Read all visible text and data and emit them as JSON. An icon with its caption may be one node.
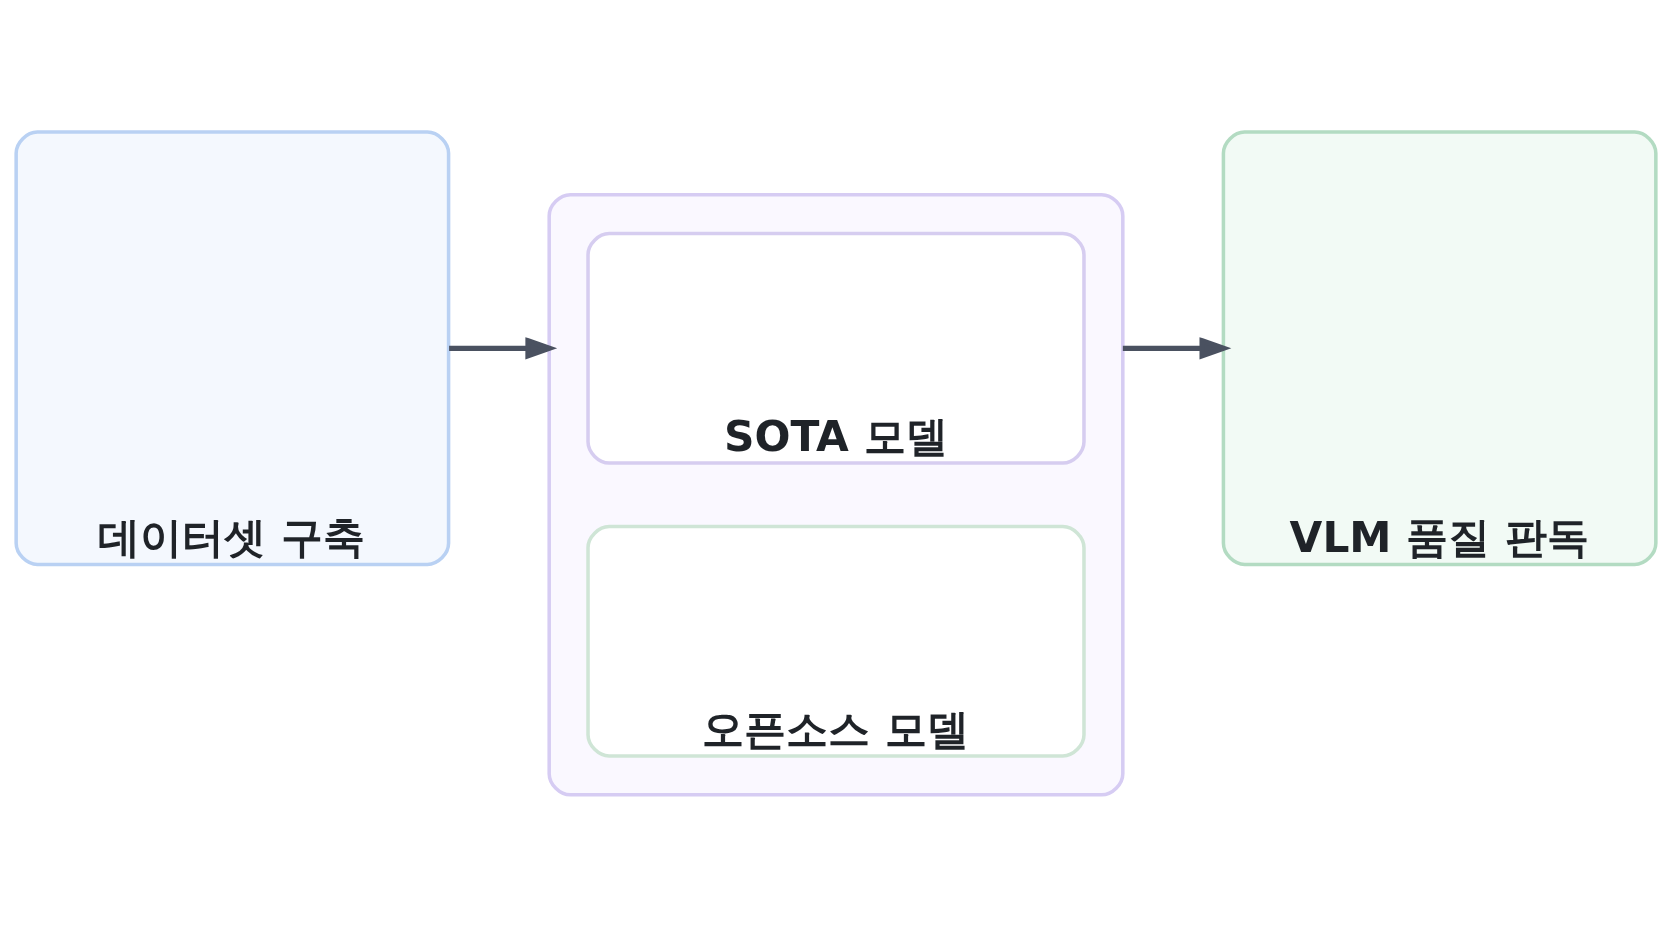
{
  "diagram": {
    "nodes": [
      {
        "text": [
          "데이터셋 구축"
        ]
      },
      {
        "text": [],
        "shape": "box"
      },
      {
        "text": [
          "SOTA 모델"
        ],
        "in": 1
      },
      {
        "text": [
          "오픈소스 모델"
        ],
        "in": 1
      },
      {
        "text": [
          "VLM 품질 판독"
        ]
      }
    ],
    "edges": [
      {
        "from": 0,
        "to": 1,
        "arrow": "to"
      },
      {
        "from": 1,
        "to": 4,
        "arrow": "to"
      }
    ]
  }
}
